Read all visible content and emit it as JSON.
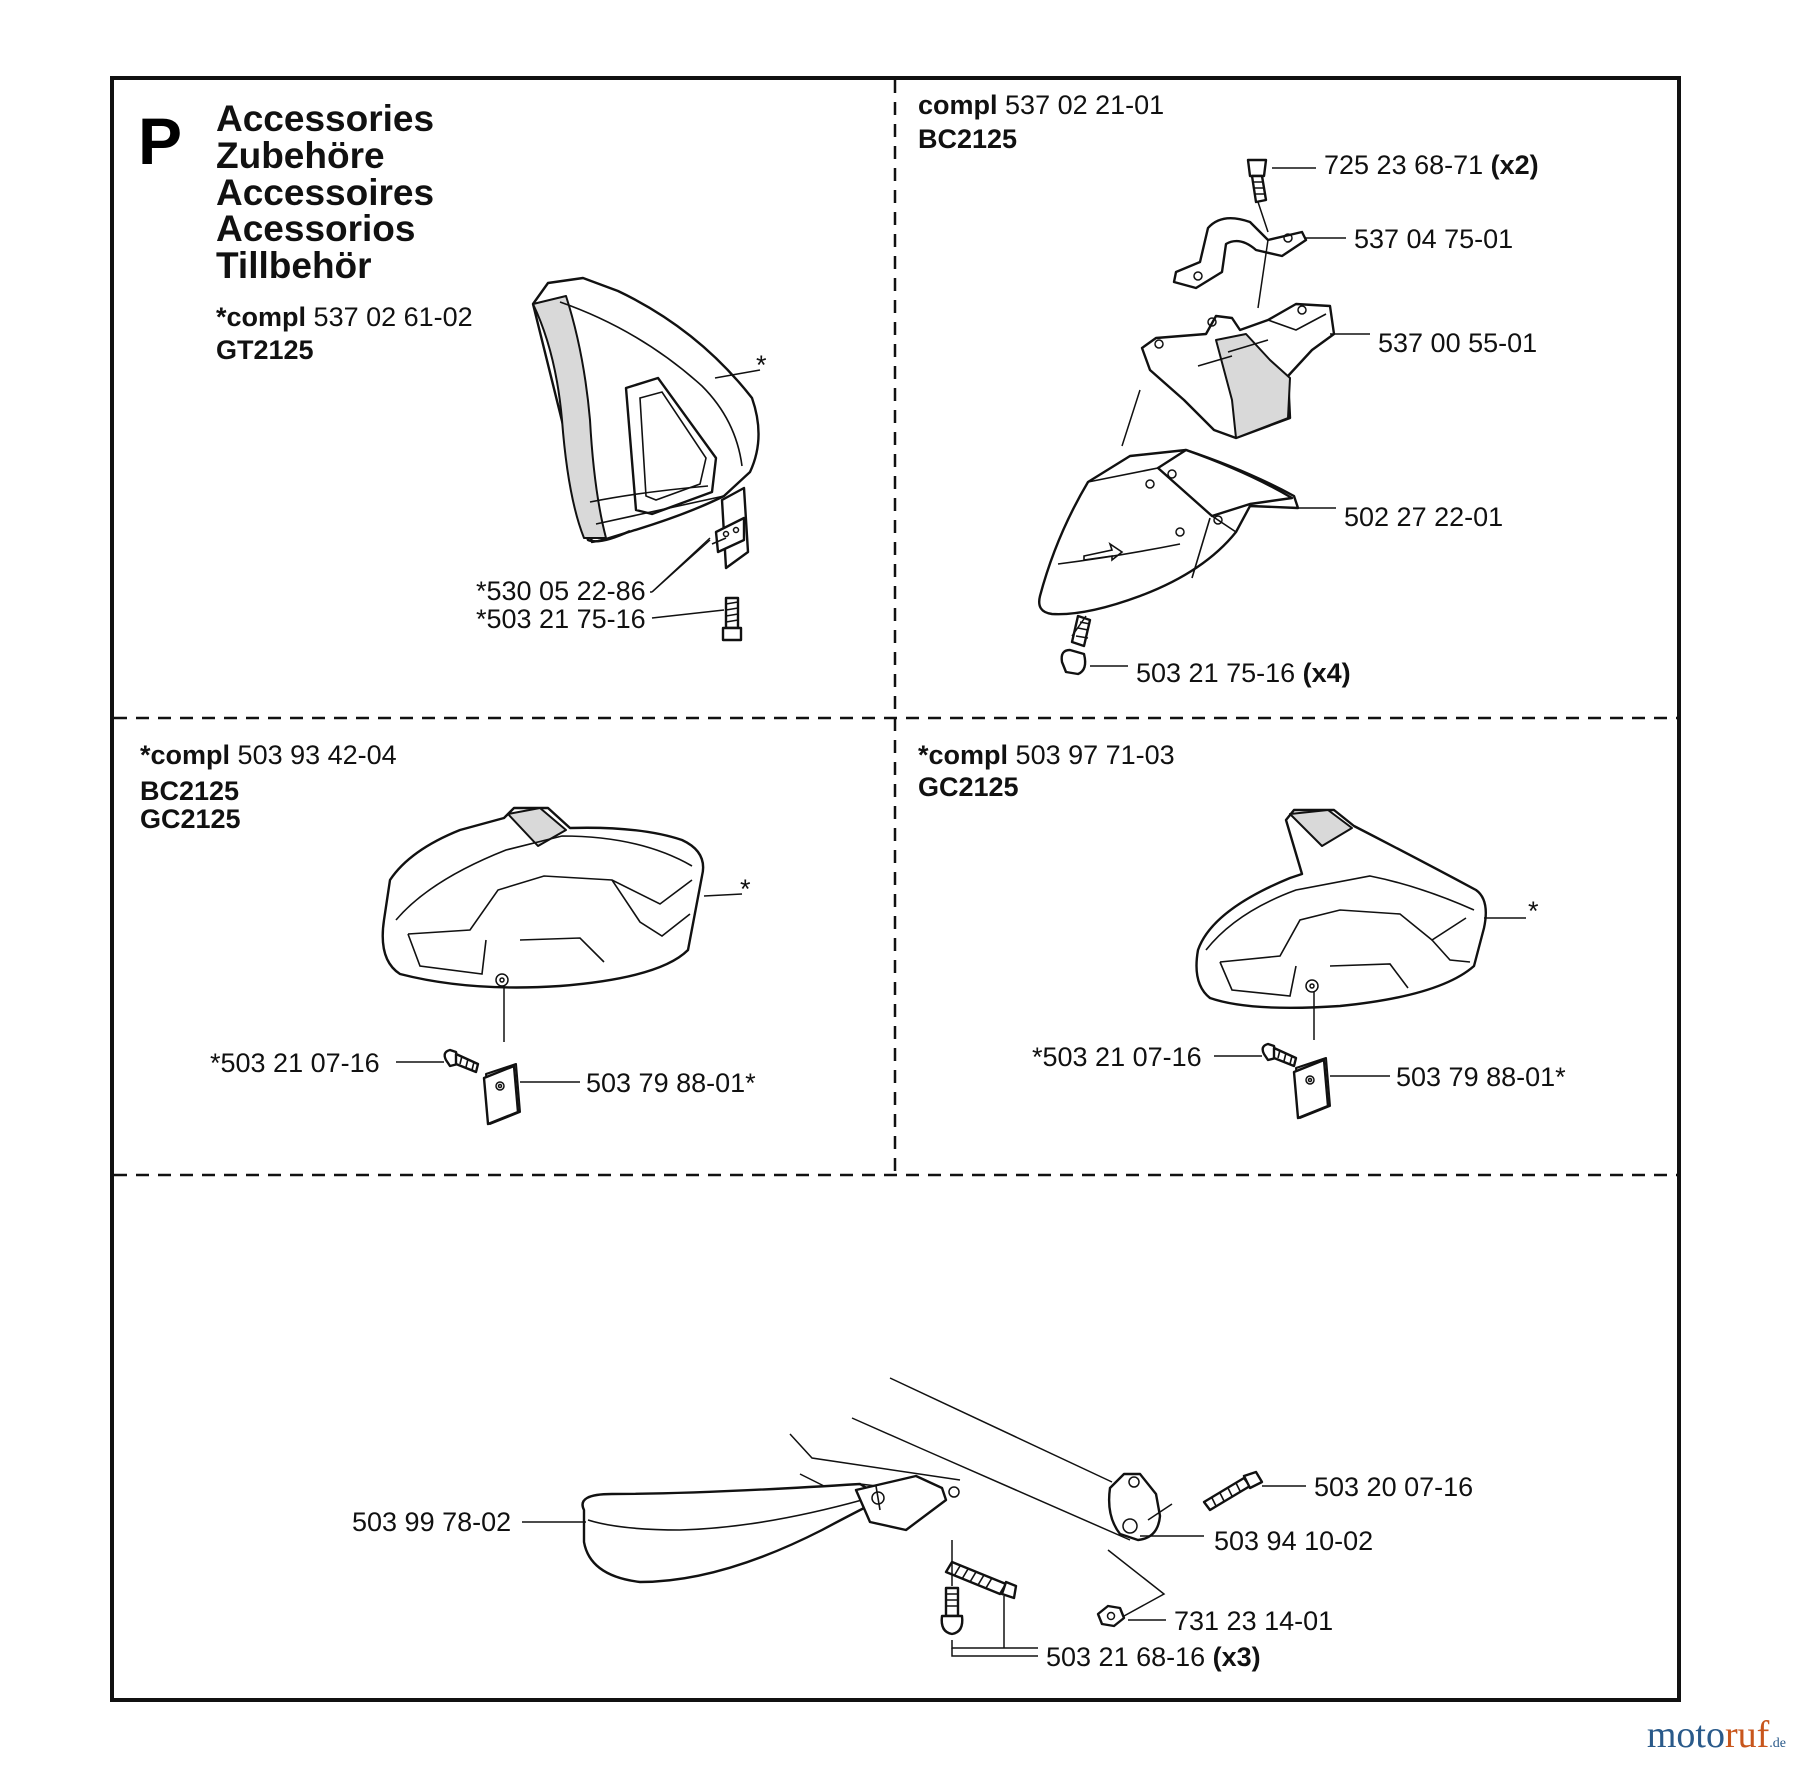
{
  "section": {
    "letter": "P",
    "titles": [
      "Accessories",
      "Zubehöre",
      "Accessoires",
      "Acessorios",
      "Tillbehör"
    ]
  },
  "panels": {
    "gt2125": {
      "compl_prefix": "*compl",
      "compl_number": "537 02 61-02",
      "model": "GT2125",
      "labels": {
        "star": "*",
        "bracket": "*530 05 22-86",
        "screw": "*503 21 75-16"
      }
    },
    "bc2125_top": {
      "compl_prefix": "compl",
      "compl_number": "537 02 21-01",
      "model": "BC2125",
      "labels": {
        "bolt": "725 23 68-71",
        "bolt_qty": "(x2)",
        "clamp": "537 04 75-01",
        "holder": "537 00 55-01",
        "guard": "502 27 22-01",
        "screw": "503 21 75-16",
        "screw_qty": "(x4)"
      }
    },
    "bc_gc2125": {
      "compl_prefix": "*compl",
      "compl_number": "503 93 42-04",
      "models": [
        "BC2125",
        "GC2125"
      ],
      "labels": {
        "star": "*",
        "screw": "*503 21 07-16",
        "plate": "503 79 88-01*"
      }
    },
    "gc2125": {
      "compl_prefix": "*compl",
      "compl_number": "503 97 71-03",
      "model": "GC2125",
      "labels": {
        "star": "*",
        "screw": "*503 21 07-16",
        "plate": "503 79 88-01*"
      }
    },
    "handle": {
      "labels": {
        "loop_handle": "503 99 78-02",
        "bolt": "503 20 07-16",
        "clamp": "503 94 10-02",
        "nut": "731 23 14-01",
        "screws": "503 21 68-16",
        "screws_qty": "(x3)"
      }
    }
  },
  "watermark": {
    "part1": "moto",
    "part2": "ruf",
    "part3": ".de"
  }
}
